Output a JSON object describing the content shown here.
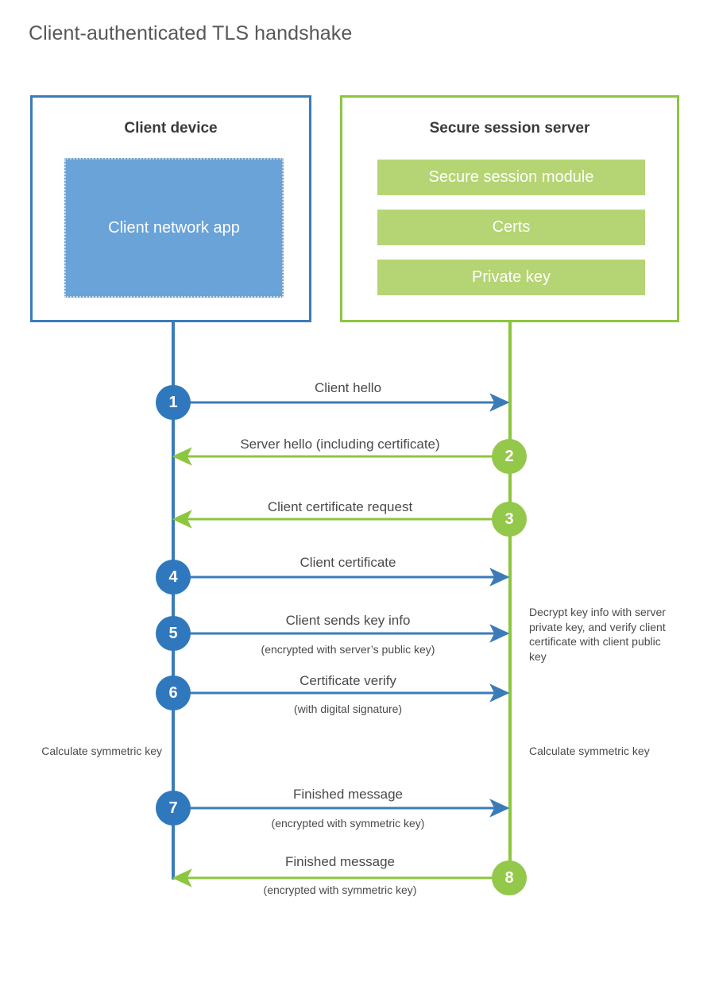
{
  "title": "Client-authenticated TLS handshake",
  "colors": {
    "blue_border": "#3b7cb8",
    "blue_fill": "#69a3d8",
    "blue_circle": "#3078bd",
    "green_border": "#8cc63e",
    "green_fill": "#b5d474",
    "green_circle": "#93c84b",
    "text": "#4a4a4a",
    "heading": "#58585a"
  },
  "client_panel": {
    "title": "Client device",
    "app_label": "Client network app"
  },
  "server_panel": {
    "title": "Secure session server",
    "modules": [
      "Secure session module",
      "Certs",
      "Private key"
    ]
  },
  "notes": {
    "server_decrypt": "Decrypt key info with server private key, and verify client certificate with client public key",
    "calculate_client": "Calculate symmetric key",
    "calculate_server": "Calculate symmetric key"
  },
  "chart_data": {
    "type": "diagram",
    "diagram_kind": "sequence",
    "title": "Client-authenticated TLS handshake",
    "actors": [
      {
        "id": "client",
        "label": "Client device",
        "color": "#3b7cb8"
      },
      {
        "id": "server",
        "label": "Secure session server",
        "color": "#8cc63e"
      }
    ],
    "steps": [
      {
        "number": "1",
        "from": "client",
        "to": "server",
        "label": "Client hello",
        "sublabel": "",
        "color": "blue"
      },
      {
        "number": "2",
        "from": "server",
        "to": "client",
        "label": "Server hello (including certificate)",
        "sublabel": "",
        "color": "green"
      },
      {
        "number": "3",
        "from": "server",
        "to": "client",
        "label": "Client certificate request",
        "sublabel": "",
        "color": "green"
      },
      {
        "number": "4",
        "from": "client",
        "to": "server",
        "label": "Client certificate",
        "sublabel": "",
        "color": "blue"
      },
      {
        "number": "5",
        "from": "client",
        "to": "server",
        "label": "Client sends key info",
        "sublabel": "(encrypted with server’s public key)",
        "color": "blue"
      },
      {
        "number": "6",
        "from": "client",
        "to": "server",
        "label": "Certificate verify",
        "sublabel": "(with digital signature)",
        "color": "blue"
      },
      {
        "number": "7",
        "from": "client",
        "to": "server",
        "label": "Finished message",
        "sublabel": "(encrypted with symmetric key)",
        "color": "blue"
      },
      {
        "number": "8",
        "from": "server",
        "to": "client",
        "label": "Finished message",
        "sublabel": "(encrypted with symmetric key)",
        "color": "green"
      }
    ]
  }
}
